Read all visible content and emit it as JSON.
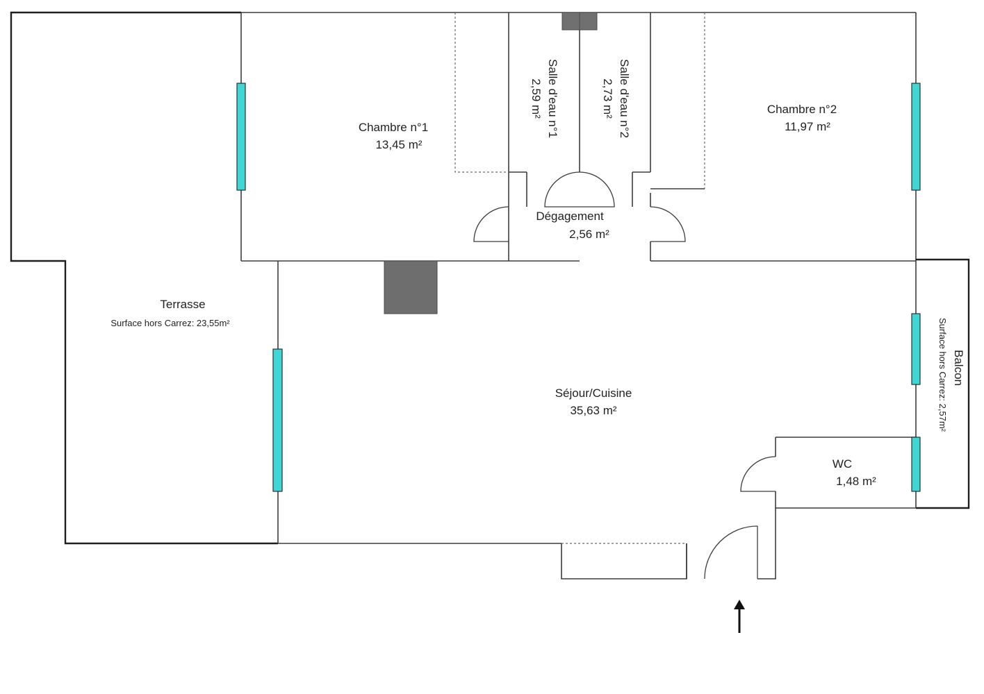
{
  "colors": {
    "window": "#3fd6d6",
    "wall": "#3c3c3c",
    "chimney": "#6e6e6e"
  },
  "rooms": {
    "chambre1": {
      "name": "Chambre n°1",
      "area": "13,45  m²"
    },
    "chambre2": {
      "name": "Chambre n°2",
      "area": "11,97  m²"
    },
    "salle1": {
      "name": "Salle d'eau n°1",
      "area": "2,59  m²"
    },
    "salle2": {
      "name": "Salle d'eau n°2",
      "area": "2,73  m²"
    },
    "degagement": {
      "name": "Dégagement",
      "area": "2,56  m²"
    },
    "terrasse": {
      "name": "Terrasse",
      "area": "Surface hors Carrez: 23,55m²"
    },
    "sejour": {
      "name": "Séjour/Cuisine",
      "area": "35,63  m²"
    },
    "wc": {
      "name": "WC",
      "area": "1,48  m²"
    },
    "balcon": {
      "name": "Balcon",
      "area": "Surface hors Carrez: 2,57m²"
    }
  },
  "icons": {
    "entrance": "arrow-up-icon"
  }
}
